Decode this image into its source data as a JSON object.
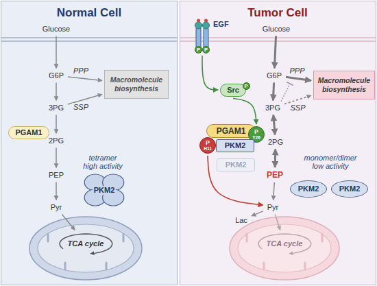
{
  "diagram": {
    "nodes": [
      {
        "text": [
          "Normal Cell"
        ]
      },
      {
        "text": [
          "Glucose"
        ],
        "in": 0
      },
      {
        "text": [
          "G6P"
        ],
        "in": 0
      },
      {
        "text": [
          "Macromolecule biosynthesis"
        ],
        "in": 0
      },
      {
        "text": [
          "3PG"
        ],
        "in": 0
      },
      {
        "text": [
          "PGAM1"
        ],
        "in": 0
      },
      {
        "text": [
          "2PG"
        ],
        "in": 0
      },
      {
        "text": [
          "PEP"
        ],
        "in": 0
      },
      {
        "text": [
          "PKM2"
        ],
        "in": 0
      },
      {
        "text": [
          "Pyr"
        ],
        "in": 0
      },
      {
        "text": [
          "TCA cycle"
        ],
        "in": 0
      },
      {
        "text": [
          "Tumor Cell"
        ]
      },
      {
        "text": [
          "EGF"
        ],
        "in": 11
      },
      {
        "text": [
          "Glucose"
        ],
        "in": 11
      },
      {
        "text": [
          "G6P"
        ],
        "in": 11
      },
      {
        "text": [
          "Src"
        ],
        "in": 11
      },
      {
        "text": [
          "Macromolecule biosynthesis"
        ],
        "in": 11
      },
      {
        "text": [
          "3PG"
        ],
        "in": 11
      },
      {
        "text": [
          "PGAM1"
        ],
        "in": 11
      },
      {
        "text": [
          "P",
          "Y26"
        ],
        "in": 11
      },
      {
        "text": [
          "P",
          "H11"
        ],
        "in": 11
      },
      {
        "text": [
          "PKM2"
        ],
        "in": 11
      },
      {
        "text": [
          "2PG"
        ],
        "in": 11
      },
      {
        "text": [
          "PKM2"
        ],
        "in": 11
      },
      {
        "text": [
          "PEP"
        ],
        "in": 11
      },
      {
        "text": [
          "PKM2"
        ],
        "in": 11
      },
      {
        "text": [
          "PKM2"
        ],
        "in": 11
      },
      {
        "text": [
          "Pyr"
        ],
        "in": 11
      },
      {
        "text": [
          "Lac"
        ],
        "in": 11
      },
      {
        "text": [
          "TCA cycle"
        ],
        "in": 11
      }
    ],
    "edges": [
      {
        "from": 1,
        "to": 2,
        "arrow": "to"
      },
      {
        "from": 2,
        "to": 4,
        "arrow": "to"
      },
      {
        "from": 2,
        "to": 3,
        "arrow": "to",
        "label": "PPP"
      },
      {
        "from": 4,
        "to": 3,
        "arrow": "to",
        "label": "SSP"
      },
      {
        "from": 4,
        "to": 6,
        "arrow": "to"
      },
      {
        "from": 6,
        "to": 7,
        "arrow": "to"
      },
      {
        "from": 7,
        "to": 9,
        "arrow": "to"
      },
      {
        "from": 9,
        "to": 10,
        "arrow": "to"
      },
      {
        "from": 12,
        "to": 15,
        "arrow": "to"
      },
      {
        "from": 15,
        "to": 19,
        "arrow": "to"
      },
      {
        "from": 13,
        "to": 14,
        "arrow": "to"
      },
      {
        "from": 14,
        "to": 17,
        "arrow": "to"
      },
      {
        "from": 14,
        "to": 16,
        "arrow": "to",
        "label": "PPP"
      },
      {
        "from": 17,
        "to": 16,
        "arrow": "to",
        "label": "SSP"
      },
      {
        "from": 17,
        "to": 22,
        "arrow": "both"
      },
      {
        "from": 22,
        "to": 24,
        "arrow": "both"
      },
      {
        "from": 24,
        "to": 27,
        "arrow": "to"
      },
      {
        "from": 20,
        "to": 27,
        "arrow": "to"
      },
      {
        "from": 27,
        "to": 28,
        "arrow": "to"
      },
      {
        "from": 27,
        "to": 29,
        "arrow": "to"
      }
    ],
    "labels": [
      "tetramer high activity",
      "P",
      "P",
      "P",
      "monomer/dimer low activity"
    ]
  }
}
